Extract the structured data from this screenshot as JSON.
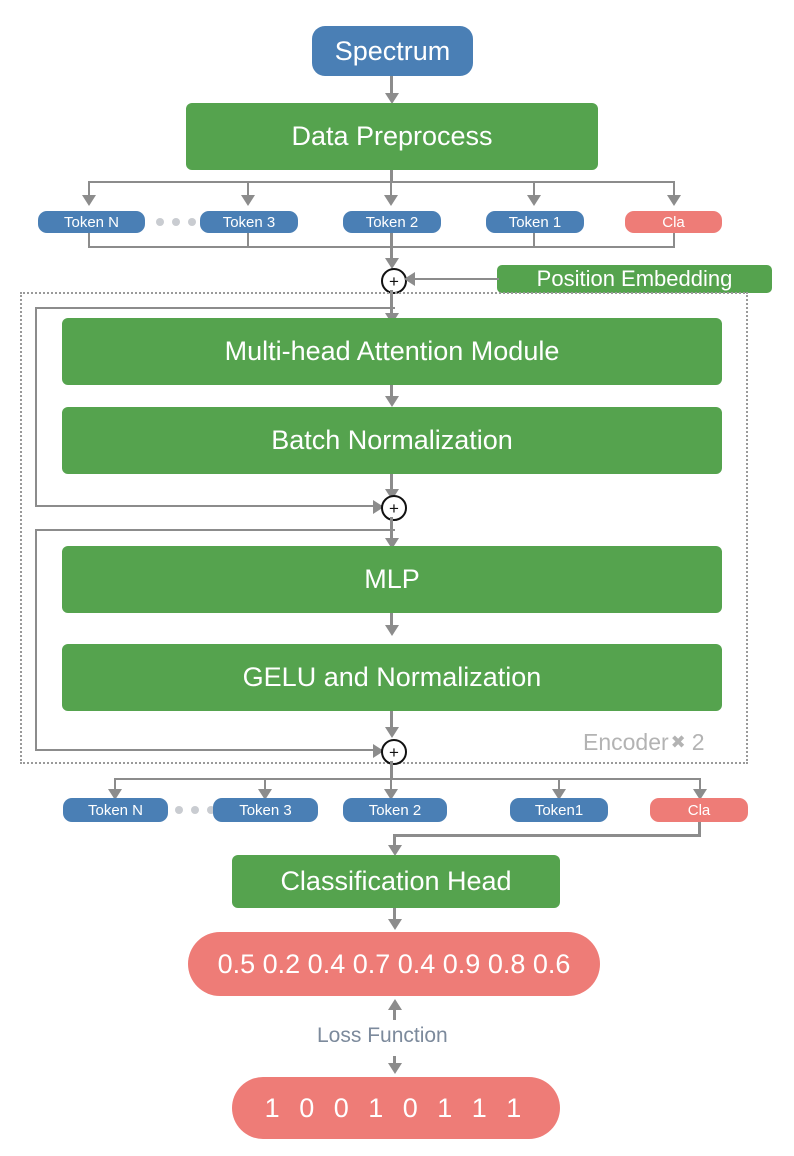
{
  "diagram": {
    "title": "Spectrum Transformer Classification Pipeline",
    "colors": {
      "blue": "#4A7FB5",
      "green": "#55A34E",
      "red": "#EE7C77",
      "line": "#8c8c8c",
      "encoder_label": "#b3b3b3",
      "loss_label": "#7c8a9c"
    },
    "input": {
      "label": "Spectrum"
    },
    "preprocess": {
      "label": "Data Preprocess"
    },
    "token_row_top": [
      {
        "label": "Token N",
        "type": "token"
      },
      {
        "label": "•••",
        "type": "ellipsis"
      },
      {
        "label": "Token 3",
        "type": "token"
      },
      {
        "label": "Token 2",
        "type": "token"
      },
      {
        "label": "Token 1",
        "type": "token"
      },
      {
        "label": "Cla",
        "type": "class-token"
      }
    ],
    "position_embedding": {
      "label": "Position Embedding"
    },
    "sum_nodes": {
      "symbol": "+"
    },
    "encoder": {
      "label_text": "Encoder",
      "label_mult": "✖",
      "label_count": "2",
      "blocks": [
        {
          "label": "Multi-head Attention  Module"
        },
        {
          "label": "Batch Normalization"
        },
        {
          "label": "MLP"
        },
        {
          "label": "GELU and Normalization"
        }
      ]
    },
    "token_row_bottom": [
      {
        "label": "Token N",
        "type": "token"
      },
      {
        "label": "•••",
        "type": "ellipsis"
      },
      {
        "label": "Token 3",
        "type": "token"
      },
      {
        "label": "Token 2",
        "type": "token"
      },
      {
        "label": "Token1",
        "type": "token"
      },
      {
        "label": "Cla",
        "type": "class-token"
      }
    ],
    "classification_head": {
      "label": "Classification Head"
    },
    "predictions": {
      "label": "0.5  0.2  0.4  0.7  0.4  0.9  0.8  0.6"
    },
    "loss": {
      "label": "Loss Function"
    },
    "ground_truth": {
      "label": "1  0  0  1  0  1  1  1"
    }
  }
}
